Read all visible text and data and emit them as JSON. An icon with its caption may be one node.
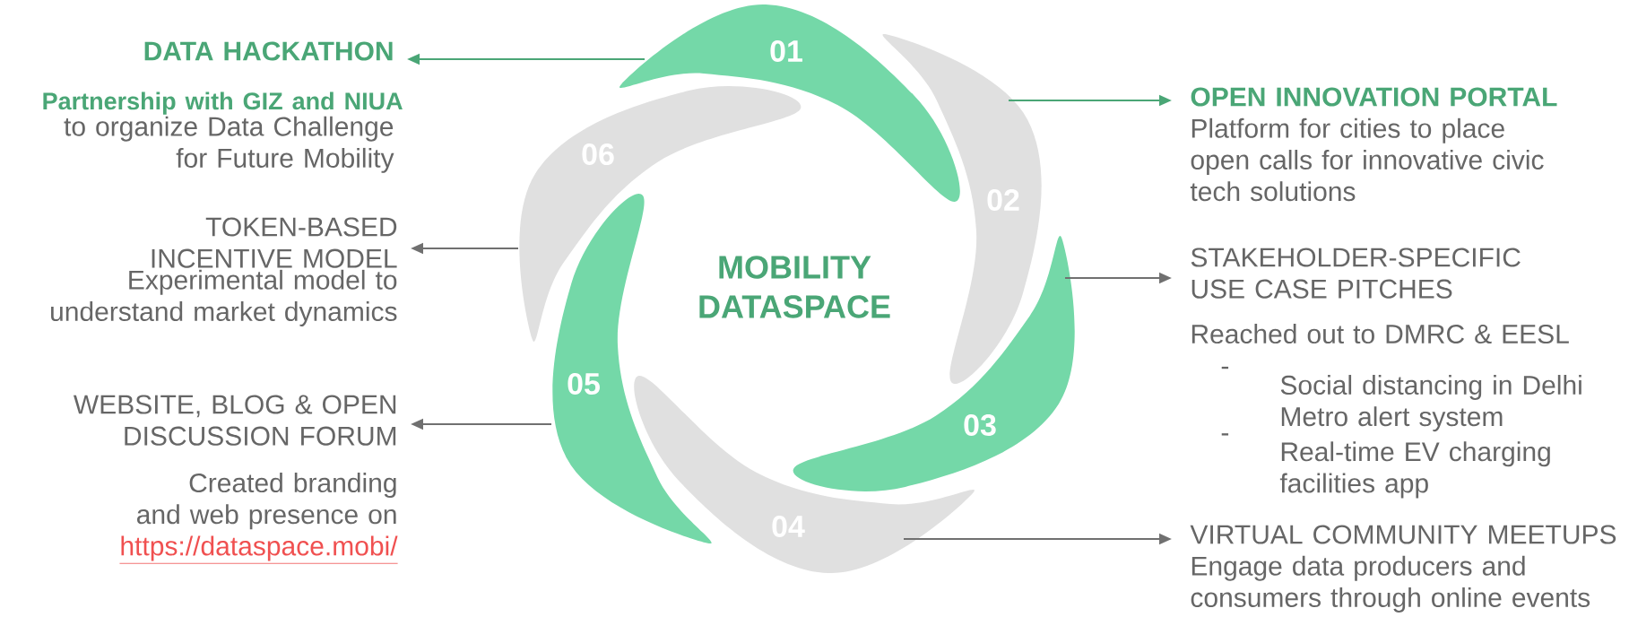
{
  "diagram": {
    "nodes": [
      {
        "text": [
          "01"
        ]
      },
      {
        "text": [
          "02"
        ]
      },
      {
        "text": [
          "03"
        ]
      },
      {
        "text": [
          "04"
        ]
      },
      {
        "text": [
          "05"
        ]
      },
      {
        "text": [
          "06"
        ]
      },
      {
        "text": [
          "DATA HACKATHON",
          "Partnership with GIZ and NIUA",
          "to organize Data Challenge for Future Mobility"
        ]
      },
      {
        "text": [
          "OPEN INNOVATION PORTAL",
          "Platform for cities to place open calls for innovative civic tech solutions"
        ]
      },
      {
        "text": [
          "STAKEHOLDER-SPECIFIC USE CASE PITCHES",
          "Reached out to DMRC & EESL",
          "-",
          "Social distancing in Delhi Metro alert system",
          "-",
          "Real-time EV charging facilities app"
        ]
      },
      {
        "text": [
          "VIRTUAL COMMUNITY MEETUPS",
          "Engage data producers and consumers through online events"
        ]
      },
      {
        "text": [
          "WEBSITE, BLOG & OPEN DISCUSSION FORUM",
          "Created branding and web presence on",
          "https://dataspace.mobi/"
        ]
      },
      {
        "text": [
          "TOKEN-BASED INCENTIVE MODEL",
          "Experimental model to understand market dynamics"
        ]
      }
    ],
    "edges": [
      {
        "from": 0,
        "to": 6,
        "arrow": "to",
        "color": "#4aa676"
      },
      {
        "from": 1,
        "to": 7,
        "arrow": "to",
        "color": "#4aa676"
      },
      {
        "from": 2,
        "to": 8,
        "arrow": "to"
      },
      {
        "from": 3,
        "to": 9,
        "arrow": "to"
      },
      {
        "from": 4,
        "to": 10,
        "arrow": "to"
      },
      {
        "from": 5,
        "to": 11,
        "arrow": "to"
      }
    ],
    "labels": [
      "MOBILITY DATASPACE"
    ]
  }
}
